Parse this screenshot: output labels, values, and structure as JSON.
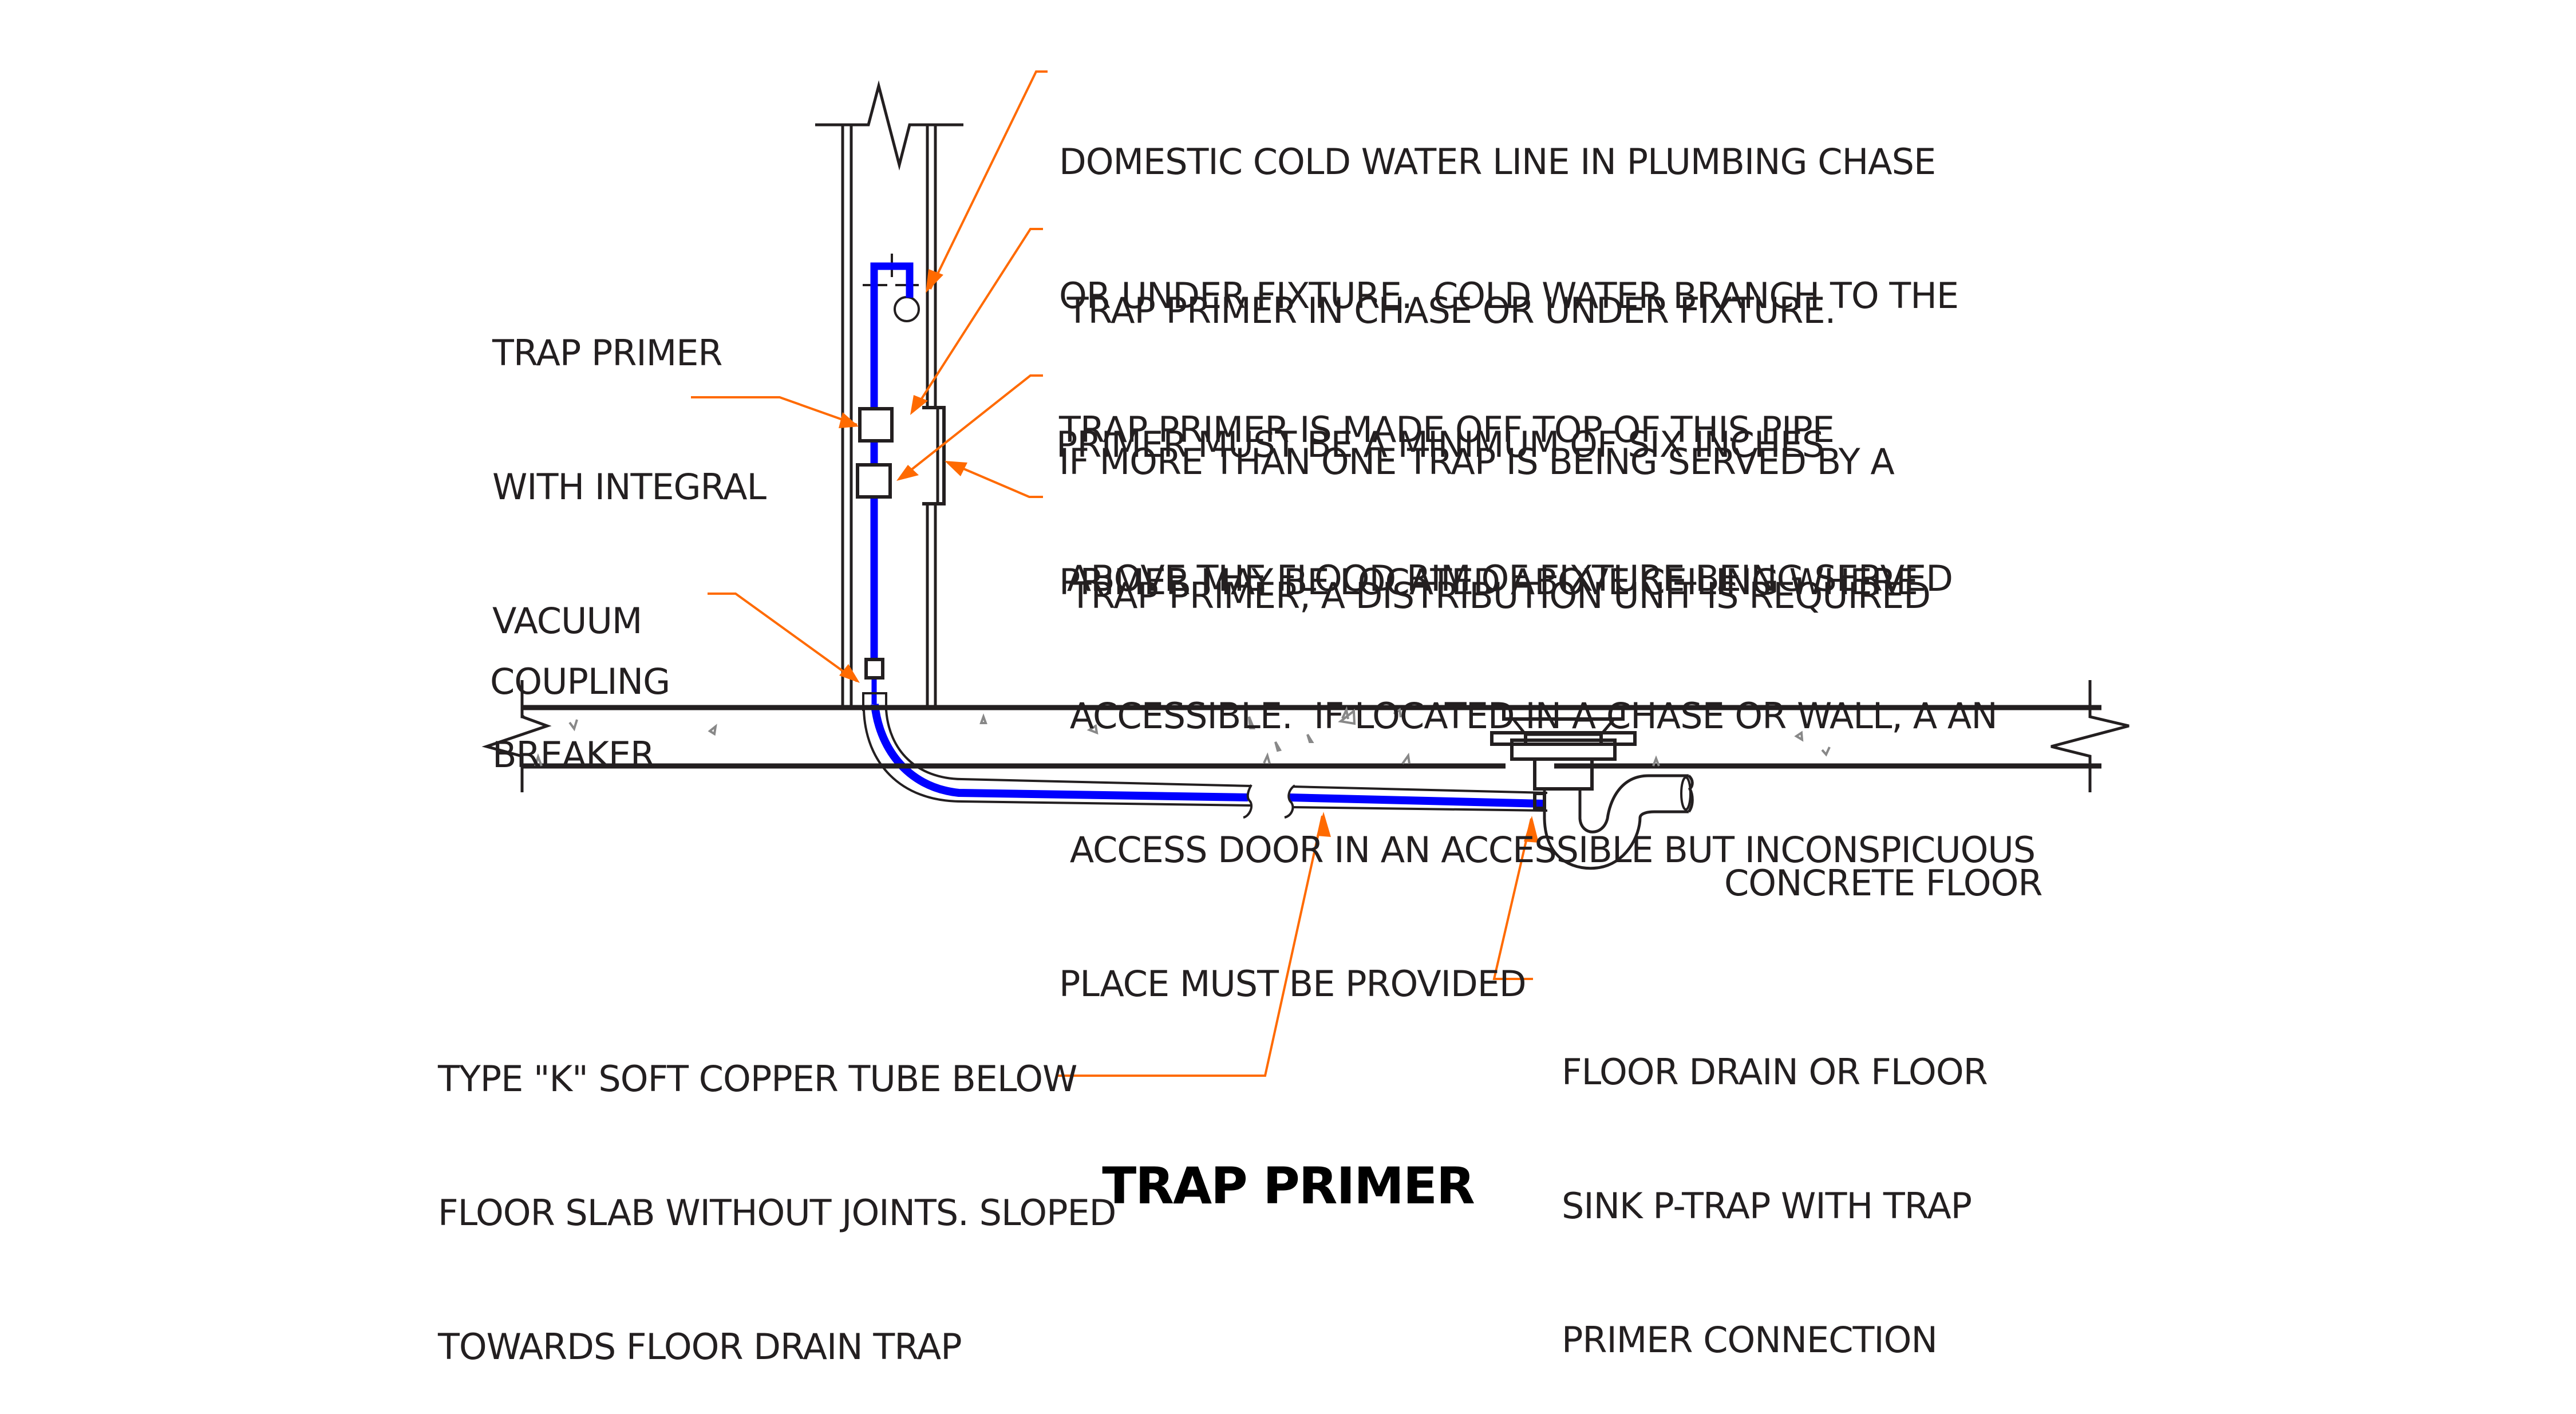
{
  "title": "TRAP PRIMER",
  "colors": {
    "line": "#231f20",
    "pipe": "#0000ff",
    "leader": "#ff6a00",
    "aggregate": "#888888"
  },
  "notes": {
    "cold_water": [
      "DOMESTIC COLD WATER LINE IN PLUMBING CHASE",
      "OR UNDER FIXTURE.  COLD WATER BRANCH TO THE",
      "TRAP PRIMER IS MADE OFF TOP OF THIS PIPE"
    ],
    "primer_location": [
      " TRAP PRIMER IN CHASE OR UNDER FIXTURE.",
      "PRIMER MUST BE A MINIMUM OF SIX INCHES",
      " ABOVE THE FLOOD RIM OF FIXTURE BEING SERVED"
    ],
    "distribution": [
      "IF MORE THAN ONE TRAP IS BEING SERVED BY A",
      " TRAP PRIMER, A DISTRIBUTION UNIT IS REQUIRED"
    ],
    "access": [
      "PRIMER MAY BE LOCATED ABOVE CEILING WHERE",
      " ACCESSIBLE.  IF LOCATED IN A CHASE OR WALL, A AN",
      " ACCESS DOOR IN AN ACCESSIBLE BUT INCONSPICUOUS",
      "PLACE MUST BE PROVIDED"
    ],
    "vacuum_breaker": [
      "TRAP PRIMER",
      "WITH INTEGRAL",
      "VACUUM",
      "BREAKER"
    ],
    "coupling": [
      "COUPLING"
    ],
    "concrete_floor": [
      "CONCRETE FLOOR"
    ],
    "copper_tube": [
      "TYPE \"K\" SOFT COPPER TUBE BELOW",
      "FLOOR SLAB WITHOUT JOINTS. SLOPED",
      "TOWARDS FLOOR DRAIN TRAP"
    ],
    "floor_drain": [
      "FLOOR DRAIN OR FLOOR",
      "SINK P-TRAP WITH TRAP",
      "PRIMER CONNECTION"
    ]
  }
}
